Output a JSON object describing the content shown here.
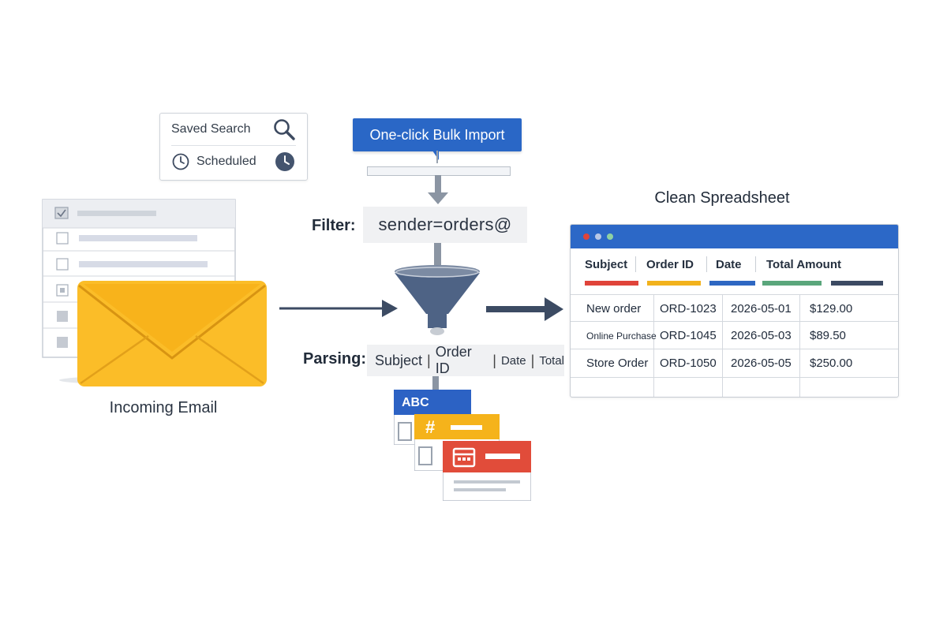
{
  "saved_search": {
    "label": "Saved Search",
    "icon": "magnifier-icon"
  },
  "scheduled": {
    "label": "Scheduled",
    "icon": "clock-icon"
  },
  "bulk_import": {
    "label": "One-click Bulk Import"
  },
  "filter": {
    "label": "Filter:",
    "value": "sender=orders@"
  },
  "parsing": {
    "label": "Parsing:",
    "fields": [
      "Subject",
      "Order ID",
      "Date",
      "Total"
    ]
  },
  "incoming": {
    "label": "Incoming Email"
  },
  "field_cards": [
    {
      "label": "ABC",
      "color": "#2c62c4"
    },
    {
      "label": "#",
      "color": "#f5b31b"
    },
    {
      "label": "",
      "icon": "calendar-icon",
      "color": "#e14c3a"
    }
  ],
  "spreadsheet": {
    "title": "Clean Spreadsheet",
    "columns": [
      "Subject",
      "Order ID",
      "Date",
      "Total Amount"
    ],
    "column_colors": [
      "#e0443a",
      "#f2b21c",
      "#2e67c2",
      "#5aa67b",
      "#3c4a63"
    ],
    "rows": [
      [
        "New order",
        "ORD-1023",
        "2026-05-01",
        "$129.00"
      ],
      [
        "Online Purchase",
        "ORD-1045",
        "2026-05-03",
        "$89.50"
      ],
      [
        "Store Order",
        "ORD-1050",
        "2026-05-05",
        "$250.00"
      ]
    ]
  },
  "colors": {
    "accent": "#2a67c6",
    "envelope": "#fbbd28",
    "funnel": "#4e6385",
    "arrow": "#3c4b63"
  }
}
